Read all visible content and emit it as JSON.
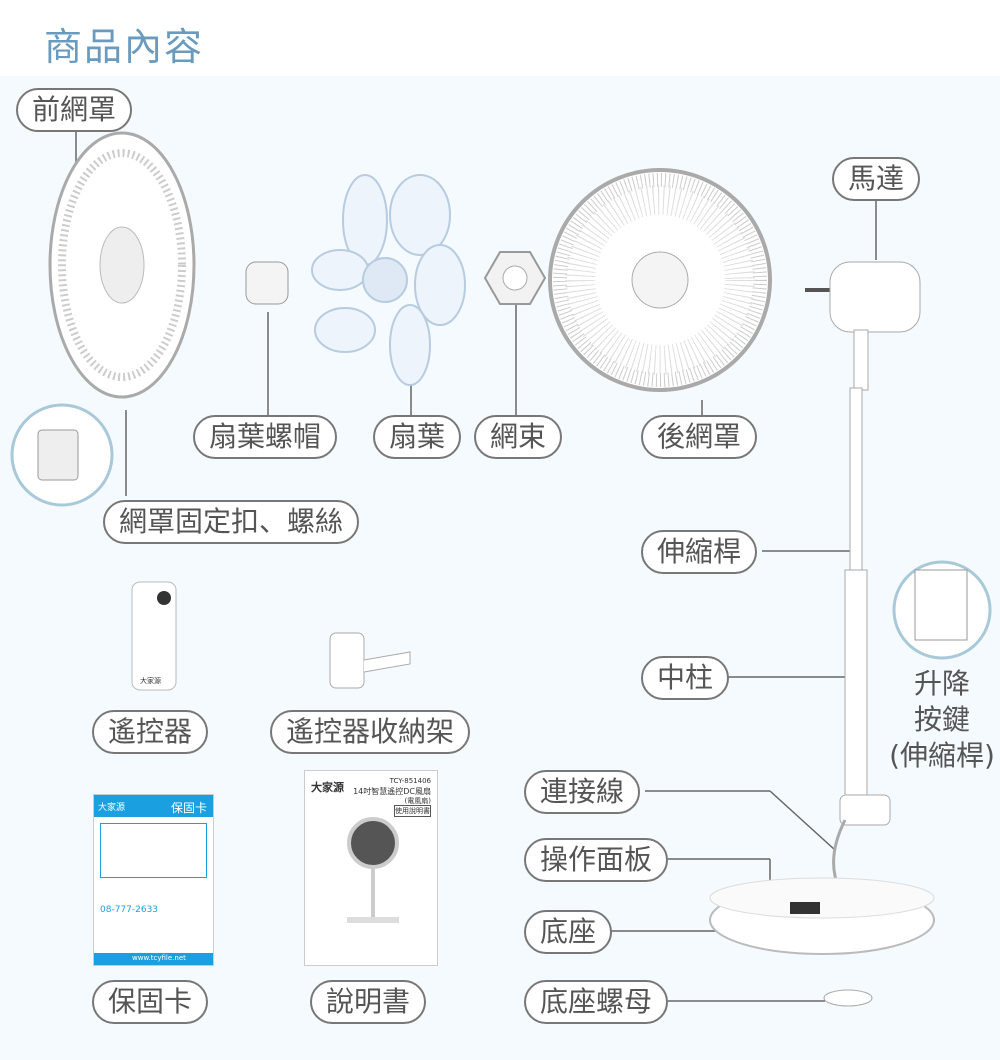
{
  "title": "商品內容",
  "labels": {
    "front_grill": "前網罩",
    "blade_cap": "扇葉螺帽",
    "blade": "扇葉",
    "grill_ring": "網束",
    "rear_grill": "後網罩",
    "motor": "馬達",
    "grill_clip": "網罩固定扣、螺絲",
    "telescopic_rod": "伸縮桿",
    "center_pole": "中柱",
    "lift_button": [
      "升降",
      "按鍵",
      "(伸縮桿)"
    ],
    "remote": "遙控器",
    "remote_holder": "遙控器收納架",
    "cable": "連接線",
    "control_panel": "操作面板",
    "base": "底座",
    "warranty": "保固卡",
    "manual": "說明書",
    "base_nut": "底座螺母"
  },
  "warranty_card": {
    "brand": "大家源",
    "title": "保固卡",
    "website": "www.tcyfile.net",
    "hotline": "08-777-2633"
  },
  "manual_cover": {
    "brand": "大家源",
    "model": "TCY-851406",
    "product": "14吋智慧遙控DC風扇",
    "sub": "(電風扇)",
    "doc": "使用說明書"
  },
  "remote_brand": "大家源",
  "colors": {
    "title": "#6a9bbf",
    "panel": "#f4fafd",
    "accent": "#1aa0e0"
  }
}
